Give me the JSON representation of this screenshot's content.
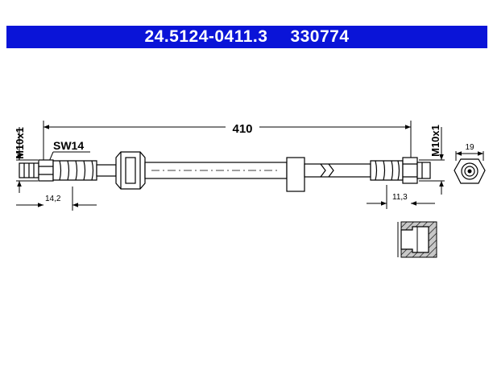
{
  "header": {
    "part_number": "24.5124-0411.3",
    "ref_number": "330774"
  },
  "dimensions": {
    "total_length": "410",
    "left_thread": "M10x1",
    "right_thread": "M10x1",
    "wrench_size": "SW14",
    "left_fitting_length": "14,2",
    "right_fitting_length": "11,3",
    "end_diameter": "19"
  },
  "colors": {
    "header_bg": "#0a14d8",
    "header_text": "#ffffff",
    "line": "#000000",
    "hatch_fill": "#c8c8c8"
  }
}
